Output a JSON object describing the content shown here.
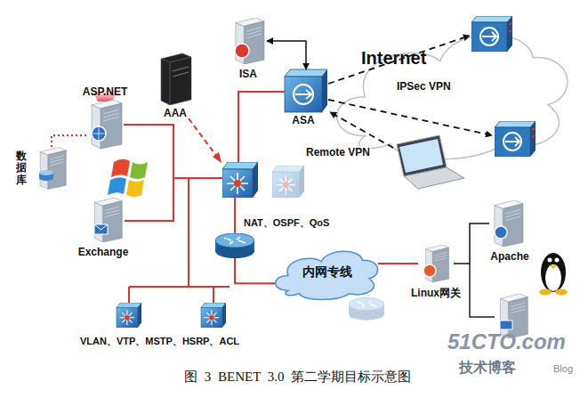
{
  "diagram": {
    "caption": "图 3 BENET 3.0 第二学期目标示意图",
    "nodes": [
      {
        "text": [
          "ASP.NET"
        ]
      },
      {
        "text": [
          "AAA"
        ]
      },
      {
        "text": [
          "ISA"
        ]
      },
      {
        "text": [
          "Internet"
        ]
      },
      {
        "text": [
          "ASA"
        ]
      },
      {
        "text": [
          "数据库"
        ]
      },
      {
        "text": [
          "Exchange"
        ]
      },
      {
        "text": [
          "NAT、OSPF、QoS"
        ]
      },
      {
        "text": [
          "内网专线"
        ]
      },
      {
        "text": [
          "Linux网关"
        ]
      },
      {
        "text": [
          "Apache"
        ]
      },
      {
        "text": [
          "VLAN、VTP、MSTP、HSRP、ACL"
        ]
      }
    ],
    "edges": [
      {
        "from": 2,
        "to": 4,
        "arrow": "both"
      },
      {
        "from": 0,
        "to": 5,
        "arrow": "none"
      },
      {
        "from": 7,
        "to": 8,
        "arrow": "none"
      },
      {
        "from": 8,
        "to": 9,
        "arrow": "none"
      },
      {
        "from": 9,
        "to": 10,
        "arrow": "none"
      }
    ],
    "labels": [
      "IPSec VPN",
      "Remote VPN",
      "51CTO.com",
      "技术博客",
      "Blog"
    ]
  }
}
